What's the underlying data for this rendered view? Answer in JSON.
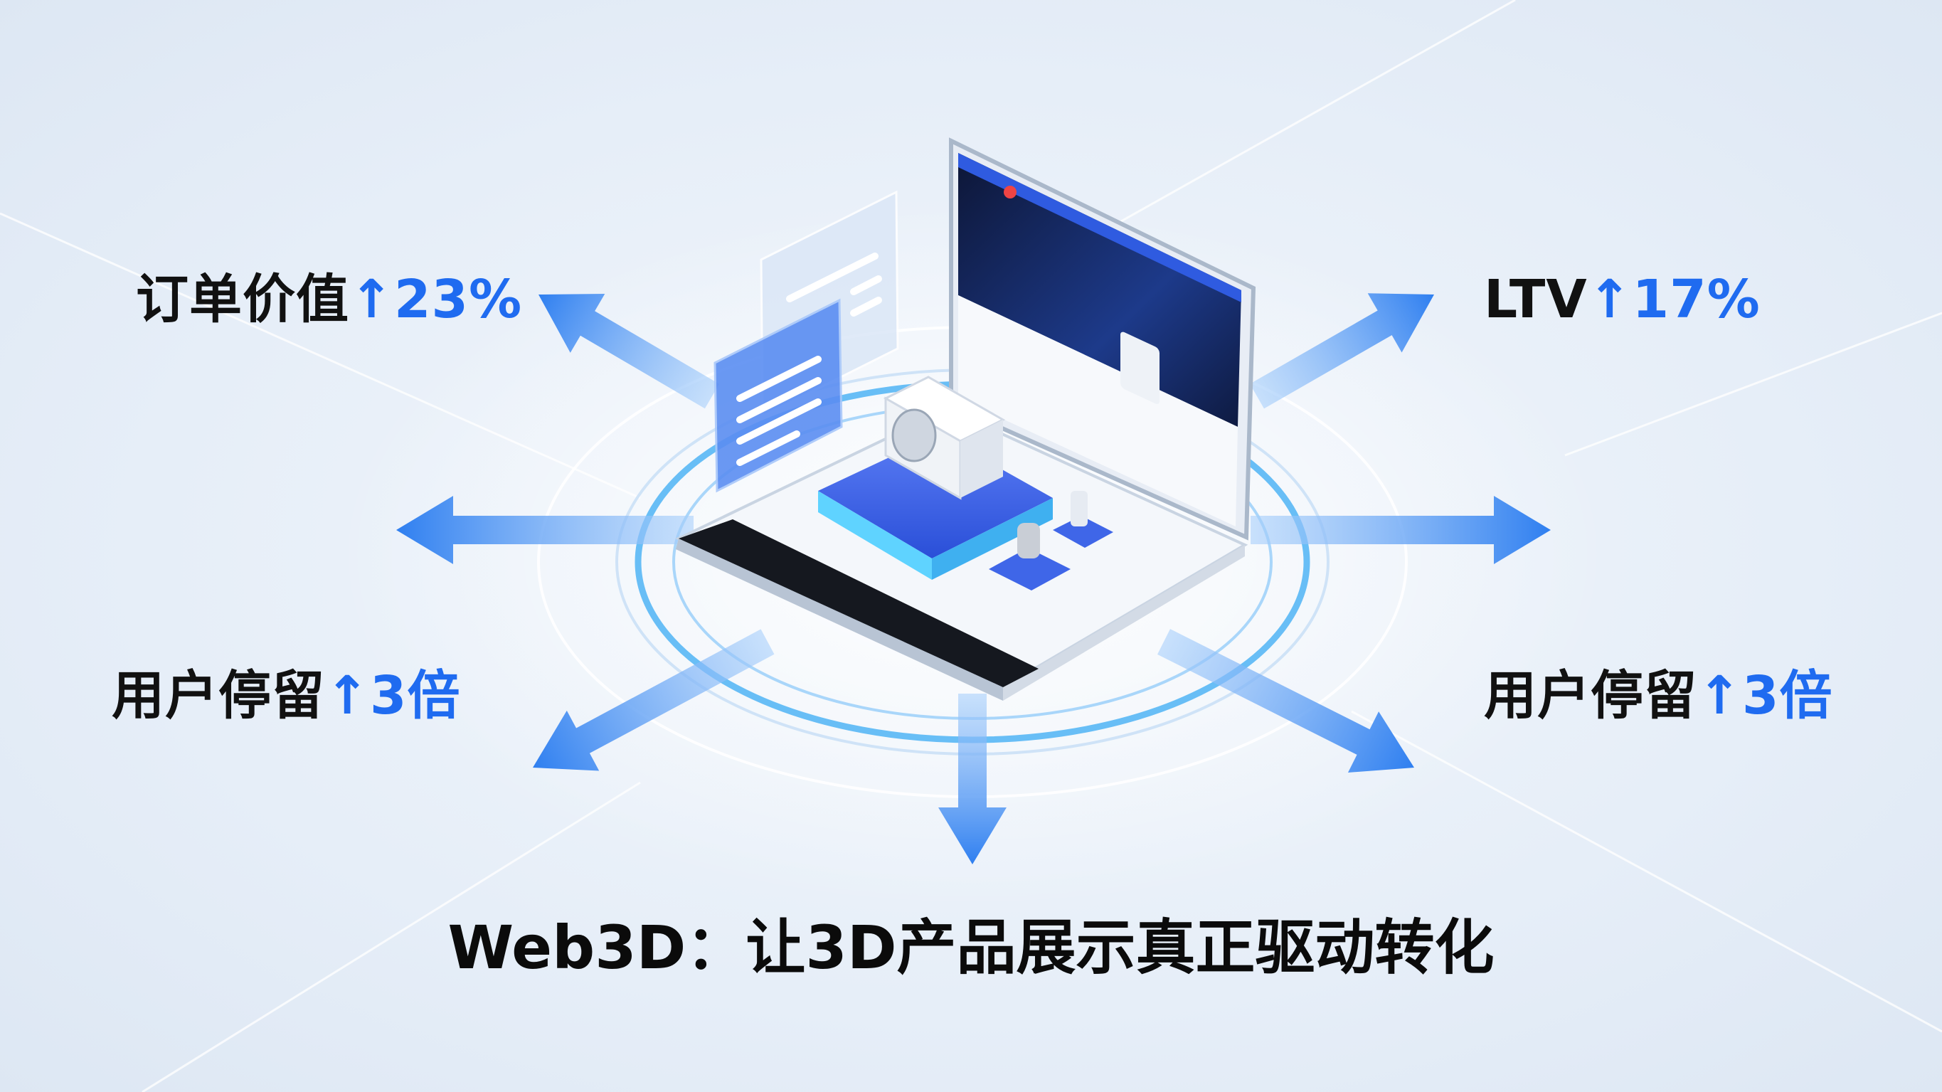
{
  "metrics": [
    {
      "label": "订单价值",
      "arrow": "↑",
      "value": "23%"
    },
    {
      "label": "LTV",
      "arrow": "↑",
      "value": "17%"
    },
    {
      "label": "用户停留",
      "arrow": "↑",
      "value": "3倍"
    },
    {
      "label": "用户停留",
      "arrow": "↑",
      "value": "3倍"
    }
  ],
  "title": "Web3D：让3D产品展示真正驱动转化",
  "colors": {
    "accent": "#1f6bf0",
    "arrow": "#3f8ff0",
    "ring": "#4fb4f5",
    "screen_dark": "#0f1a3a"
  }
}
